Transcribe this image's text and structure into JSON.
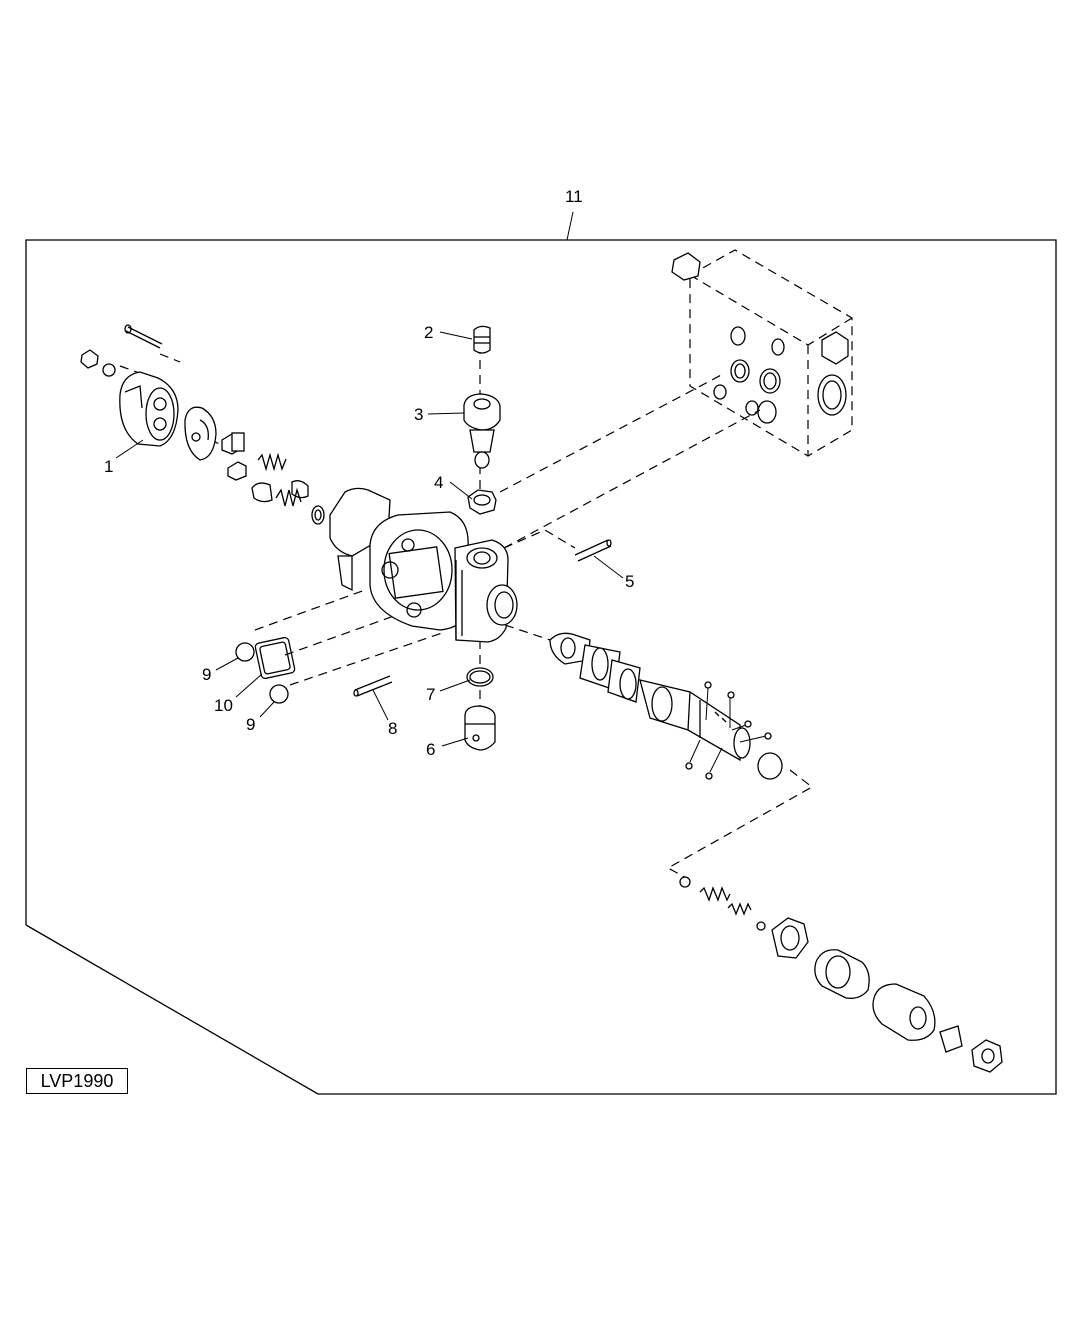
{
  "callouts": {
    "c1": "1",
    "c2": "2",
    "c3": "3",
    "c4": "4",
    "c5": "5",
    "c6": "6",
    "c7": "7",
    "c8": "8",
    "c9a": "9",
    "c9b": "9",
    "c10": "10",
    "c11": "11"
  },
  "reference_code": "LVP1990"
}
